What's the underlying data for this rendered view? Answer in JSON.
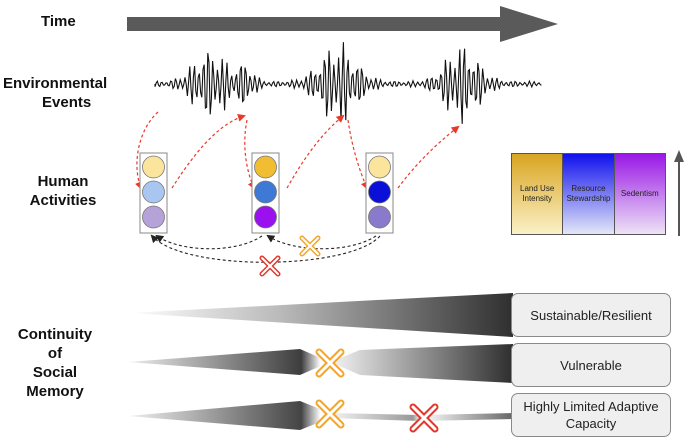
{
  "labels": {
    "time": "Time",
    "environmental_events_line1": "Environmental",
    "environmental_events_line2": "Events",
    "human_activities_line1": "Human",
    "human_activities_line2": "Activities",
    "social_memory_line1": "Continuity",
    "social_memory_line2": "of",
    "social_memory_line3": "Social",
    "social_memory_line4": "Memory"
  },
  "legend": {
    "cells": [
      {
        "label": "Land Use Intensity",
        "color_top": "#d9a521",
        "color_bottom": "#fbf1c8"
      },
      {
        "label": "Resource Stewardship",
        "color_top": "#1111ee",
        "color_bottom": "#e3e7f7"
      },
      {
        "label": "Sedentism",
        "color_top": "#9a18e6",
        "color_bottom": "#ede3f6"
      }
    ]
  },
  "outcomes": [
    {
      "label": "Sustainable/Resilient"
    },
    {
      "label": "Vulnerable"
    },
    {
      "label": "Highly Limited Adaptive Capacity"
    }
  ],
  "activity_states": [
    {
      "land_use": "#fbe49b",
      "stewardship": "#a8c6f0",
      "sedentism": "#b4a2d8"
    },
    {
      "land_use": "#f0bd33",
      "stewardship": "#3e79d6",
      "sedentism": "#9a10ef"
    },
    {
      "land_use": "#fbe49b",
      "stewardship": "#0a10d8",
      "sedentism": "#8a7acb"
    }
  ],
  "colors": {
    "arrow_gray": "#5a5a5a",
    "dashed_red": "#e8392a",
    "dashed_black": "#222222",
    "cross_red": "#e2382d",
    "cross_orange": "#f4a52b",
    "wedge_dark": "#3a3a3a"
  }
}
